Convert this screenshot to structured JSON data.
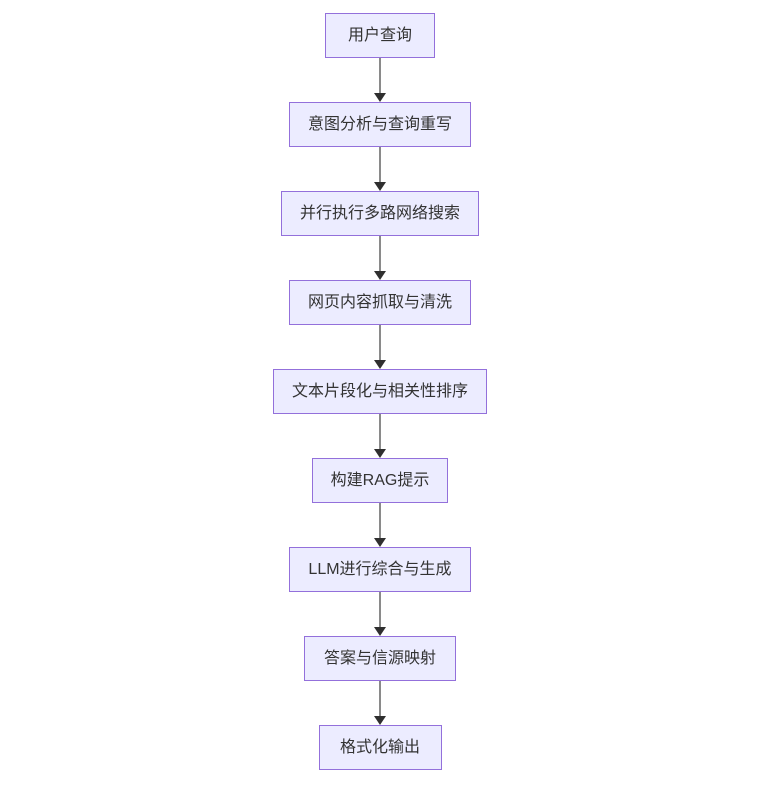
{
  "diagram": {
    "type": "flowchart",
    "direction": "top-to-bottom",
    "nodes": [
      {
        "id": "user-query",
        "label": "用户查询"
      },
      {
        "id": "intent-analysis",
        "label": "意图分析与查询重写"
      },
      {
        "id": "parallel-search",
        "label": "并行执行多路网络搜索"
      },
      {
        "id": "content-scraping",
        "label": "网页内容抓取与清洗"
      },
      {
        "id": "chunk-ranking",
        "label": "文本片段化与相关性排序"
      },
      {
        "id": "build-rag-prompt",
        "label": "构建RAG提示"
      },
      {
        "id": "llm-generation",
        "label": "LLM进行综合与生成"
      },
      {
        "id": "answer-mapping",
        "label": "答案与信源映射"
      },
      {
        "id": "format-output",
        "label": "格式化输出"
      }
    ],
    "colors": {
      "node_fill": "#ECECFF",
      "node_border": "#9370DB",
      "node_text": "#333333",
      "arrow_line": "#8a8a8a",
      "arrow_head": "#2f2f2f",
      "background": "#FFFFFF"
    }
  }
}
